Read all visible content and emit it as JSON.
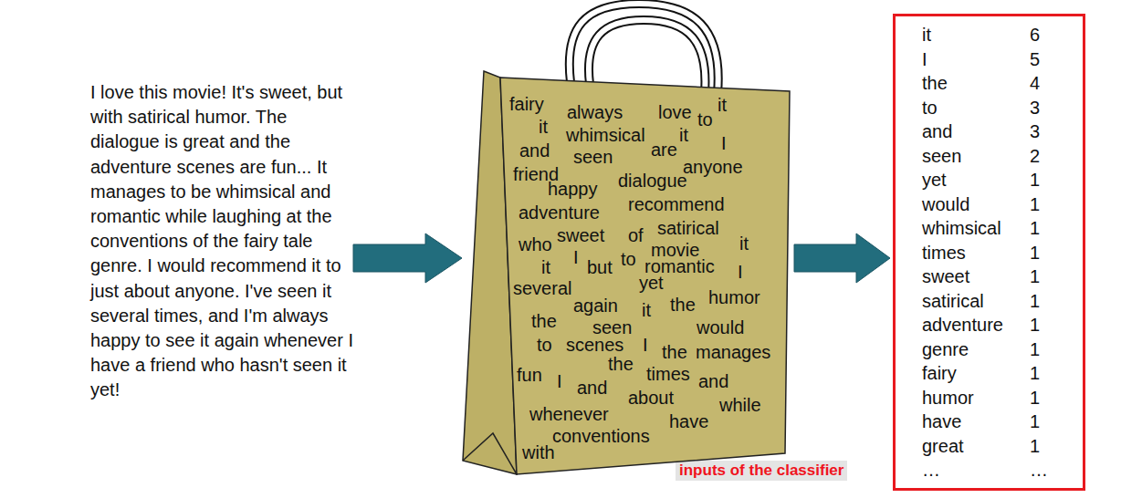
{
  "diagram": {
    "nodes": [
      {
        "text": [
          "fairy",
          "always",
          "love",
          "to",
          "it",
          "it",
          "whimsical",
          "it",
          "I",
          "and",
          "seen",
          "are",
          "anyone",
          "friend",
          "happy",
          "dialogue",
          "recommend",
          "adventure",
          "satirical",
          "sweet",
          "of",
          "who",
          "movie",
          "it",
          "it",
          "I",
          "but",
          "to",
          "romantic",
          "I",
          "yet",
          "several",
          "again",
          "it",
          "the",
          "humor",
          "the",
          "seen",
          "would",
          "to",
          "scenes",
          "I",
          "the",
          "manages",
          "the",
          "fun",
          "I",
          "times",
          "and",
          "and",
          "about",
          "while",
          "whenever",
          "have",
          "conventions",
          "with"
        ]
      },
      {
        "text": [
          "it",
          "6",
          "I",
          "5",
          "the",
          "4",
          "to",
          "3",
          "and",
          "3",
          "seen",
          "2",
          "yet",
          "1",
          "would",
          "1",
          "whimsical",
          "1",
          "times",
          "1",
          "sweet",
          "1",
          "satirical",
          "1",
          "adventure",
          "1",
          "genre",
          "1",
          "fairy",
          "1",
          "humor",
          "1",
          "have",
          "1",
          "great",
          "1",
          "…",
          "…"
        ]
      }
    ],
    "edges": [
      {
        "from": 0,
        "to": 1,
        "arrow": "to"
      }
    ],
    "labels": [
      "I love this movie! It's sweet, but with satirical humor. The dialogue is great and the adventure scenes are fun... It manages to be whimsical and romantic while laughing at the conventions of the fairy tale genre. I would recommend it to just about anyone. I've seen it several times, and I'm always happy to see it again whenever I have a friend who hasn't seen it yet!",
      "inputs of the classifier"
    ]
  }
}
